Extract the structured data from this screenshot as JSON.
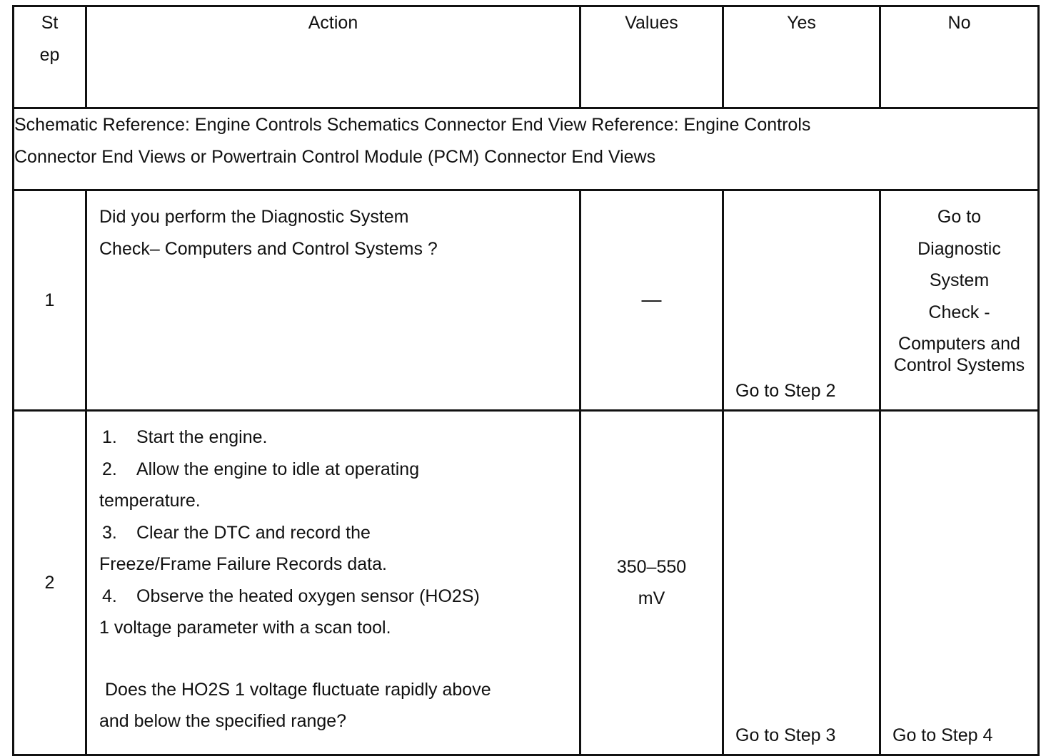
{
  "table": {
    "headers": {
      "step_line1": "St",
      "step_line2": "ep",
      "action": "Action",
      "values": "Values",
      "yes": "Yes",
      "no": "No"
    },
    "reference": {
      "line1": "Schematic Reference: Engine Controls Schematics Connector End View Reference: Engine Controls",
      "line2": "Connector End Views or Powertrain Control Module (PCM) Connector End Views"
    },
    "rows": [
      {
        "step": "1",
        "action_lines": [
          "Did you perform the Diagnostic System",
          "Check– Computers and Control Systems ?"
        ],
        "values": "—",
        "yes": "Go to Step 2",
        "no_lines": [
          "Go to",
          "Diagnostic",
          "System",
          "Check -",
          "Computers and",
          "Control Systems"
        ]
      },
      {
        "step": "2",
        "steps": [
          {
            "num": "1.",
            "text": "Start the engine."
          },
          {
            "num": "2.",
            "text": "Allow the engine to idle at operating",
            "cont": "temperature."
          },
          {
            "num": "3.",
            "text": "Clear the DTC and record the",
            "cont": "Freeze/Frame Failure Records data."
          },
          {
            "num": "4.",
            "text": "Observe the heated oxygen sensor (HO2S)",
            "cont": "1 voltage parameter with a scan tool."
          }
        ],
        "question_lines": [
          "Does the HO2S 1 voltage fluctuate rapidly above",
          "and below the specified range?"
        ],
        "values_lines": [
          "350–550",
          "mV"
        ],
        "yes": "Go to Step 3",
        "no": "Go to Step 4"
      }
    ]
  }
}
